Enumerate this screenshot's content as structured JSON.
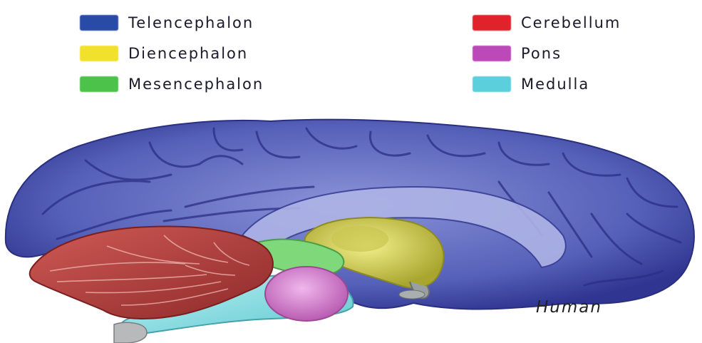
{
  "legend": [
    {
      "label": "Telencephalon",
      "color": "#2a4aa8"
    },
    {
      "label": "Diencephalon",
      "color": "#f2e12c"
    },
    {
      "label": "Mesencephalon",
      "color": "#4cc24a"
    },
    {
      "label": "Cerebellum",
      "color": "#e0222b"
    },
    {
      "label": "Pons",
      "color": "#bb49b8"
    },
    {
      "label": "Medulla",
      "color": "#5ccfdc"
    }
  ],
  "caption": "Human",
  "colors": {
    "telencephalon": "#5560b8",
    "telencephalon_dark": "#2f3590",
    "diencephalon": "#d8d650",
    "mesencephalon": "#7fd87a",
    "cerebellum": "#b8403c",
    "pons": "#d77fcf",
    "medulla": "#8fe3e6"
  }
}
